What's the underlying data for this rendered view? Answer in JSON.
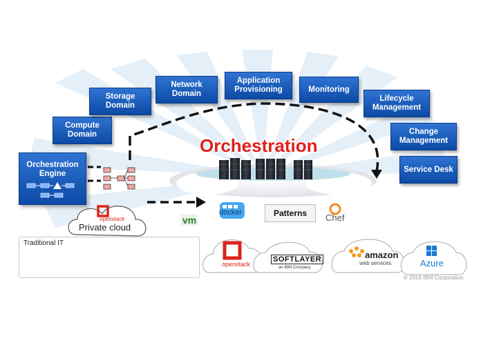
{
  "title": "Orchestration",
  "engine": {
    "label": "Orchestration Engine"
  },
  "boxes": [
    {
      "id": "compute",
      "label": "Compute Domain"
    },
    {
      "id": "storage",
      "label": "Storage Domain"
    },
    {
      "id": "network",
      "label": "Network Domain"
    },
    {
      "id": "appprov",
      "label": "Application Provisioning"
    },
    {
      "id": "monitoring",
      "label": "Monitoring"
    },
    {
      "id": "lifecycle",
      "label": "Lifecycle Management"
    },
    {
      "id": "change",
      "label": "Change Management"
    },
    {
      "id": "servicedesk",
      "label": "Service Desk"
    }
  ],
  "private_cloud": {
    "brand": "openstack",
    "label": "Private cloud"
  },
  "traditional_it": {
    "label": "Traditional IT"
  },
  "tools": {
    "vm": "vm",
    "docker": "docker",
    "patterns": "Patterns",
    "chef": "Chef"
  },
  "clouds": {
    "openstack": "openstack",
    "softlayer": "SOFTLAYER",
    "softlayer_sub": "an IBM Company",
    "amazon": "amazon",
    "amazon_sub": "web services",
    "azure": "Azure"
  },
  "copyright": "© 2016 IBM Corporation",
  "colors": {
    "box": "#1155c0",
    "title": "#e0201b",
    "arrow": "#111111"
  }
}
